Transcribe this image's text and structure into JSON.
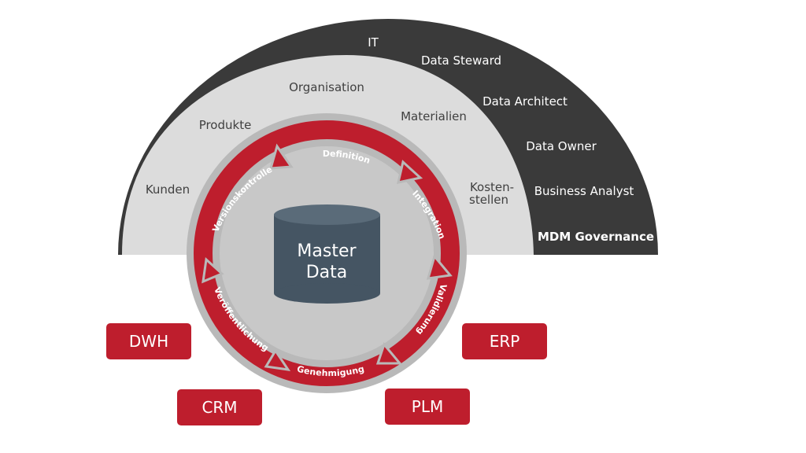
{
  "outer_band": {
    "labels": [
      "IT",
      "Data Steward",
      "Data Architect",
      "Data Owner",
      "Business Analyst"
    ],
    "title": "MDM Governance",
    "color": "#3a3a3a"
  },
  "middle_band": {
    "labels": [
      "Organisation",
      "Produkte",
      "Materialien",
      "Kunden",
      "Kosten-",
      "stellen"
    ],
    "color": "#dcdcdc"
  },
  "cycle": {
    "steps": [
      "Definition",
      "Integration",
      "Validierung",
      "Genehmigung",
      "Veröffentlichung",
      "Versionskontrolle"
    ],
    "color": "#be1e2d"
  },
  "core": {
    "line1": "Master",
    "line2": "Data",
    "color": "#455563"
  },
  "systems": [
    "DWH",
    "ERP",
    "CRM",
    "PLM"
  ],
  "colors": {
    "ring": "#b9b9b9",
    "inner": "#d2d2d2"
  }
}
